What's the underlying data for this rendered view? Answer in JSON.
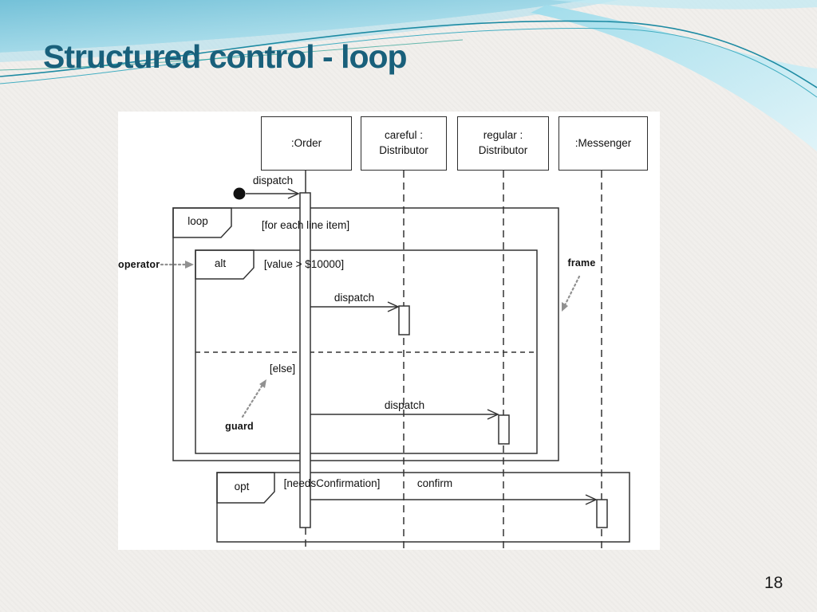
{
  "slide": {
    "title": "Structured control - loop",
    "page_number": "18"
  },
  "diagram": {
    "lifelines": [
      {
        "line1": ":Order",
        "line2": ""
      },
      {
        "line1": "careful :",
        "line2": "Distributor"
      },
      {
        "line1": "regular :",
        "line2": "Distributor"
      },
      {
        "line1": ":Messenger",
        "line2": ""
      }
    ],
    "frames": {
      "loop": {
        "operator": "loop",
        "guard": "[for each line item]"
      },
      "alt": {
        "operator": "alt",
        "guard": "[value > $10000]",
        "else_guard": "[else]"
      },
      "opt": {
        "operator": "opt",
        "guard": "[needsConfirmation]"
      }
    },
    "messages": {
      "found": "dispatch",
      "dispatch_careful": "dispatch",
      "dispatch_regular": "dispatch",
      "confirm": "confirm"
    },
    "annotations": {
      "operator": "operator",
      "frame": "frame",
      "guard": "guard"
    }
  },
  "colors": {
    "title": "#19607b",
    "diagram_line": "#333333",
    "annotation_gray": "#919191"
  }
}
